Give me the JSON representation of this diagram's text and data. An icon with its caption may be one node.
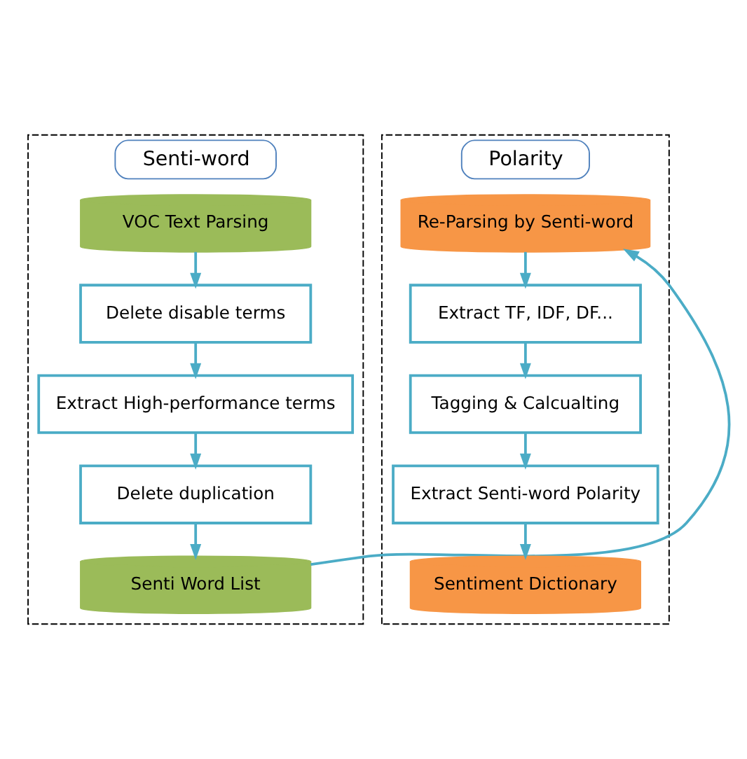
{
  "diagram": {
    "nodes": [
      {
        "text": [
          "Senti-word"
        ]
      },
      {
        "text": [
          "VOC Text Parsing"
        ],
        "in": 0
      },
      {
        "text": [
          "Delete disable terms"
        ],
        "in": 0
      },
      {
        "text": [
          "Extract High-performance terms"
        ],
        "in": 0
      },
      {
        "text": [
          "Delete duplication"
        ],
        "in": 0
      },
      {
        "text": [
          "Senti Word List"
        ],
        "in": 0
      },
      {
        "text": [
          "Polarity"
        ]
      },
      {
        "text": [
          "Re-Parsing by Senti-word"
        ],
        "in": 6
      },
      {
        "text": [
          "Extract TF, IDF, DF..."
        ],
        "in": 6
      },
      {
        "text": [
          "Tagging & Calcualting"
        ],
        "in": 6
      },
      {
        "text": [
          "Extract Senti-word Polarity"
        ],
        "in": 6
      },
      {
        "text": [
          "Sentiment Dictionary"
        ],
        "in": 6
      }
    ],
    "edges": [
      {
        "from": 1,
        "to": 2,
        "arrow": "to"
      },
      {
        "from": 2,
        "to": 3,
        "arrow": "to"
      },
      {
        "from": 3,
        "to": 4,
        "arrow": "to"
      },
      {
        "from": 4,
        "to": 5,
        "arrow": "to"
      },
      {
        "from": 5,
        "to": 7,
        "arrow": "to"
      },
      {
        "from": 7,
        "to": 8,
        "arrow": "to"
      },
      {
        "from": 8,
        "to": 9,
        "arrow": "to"
      },
      {
        "from": 9,
        "to": 10,
        "arrow": "to"
      },
      {
        "from": 10,
        "to": 11,
        "arrow": "to"
      }
    ]
  }
}
